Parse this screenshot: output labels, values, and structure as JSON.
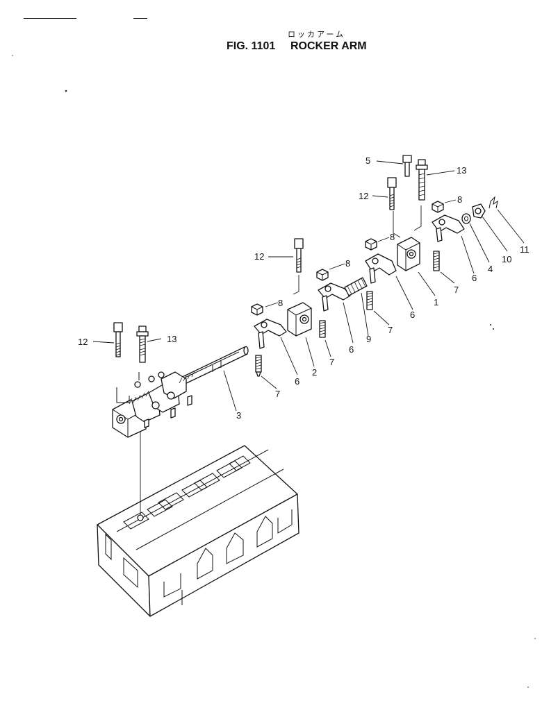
{
  "header": {
    "figure_number": "FIG. 1101",
    "title": "ROCKER ARM",
    "title_katakana": "ロッカアーム"
  },
  "callouts": [
    "1",
    "2",
    "3",
    "4",
    "5",
    "6",
    "7",
    "8",
    "9",
    "10",
    "11",
    "12",
    "13"
  ]
}
